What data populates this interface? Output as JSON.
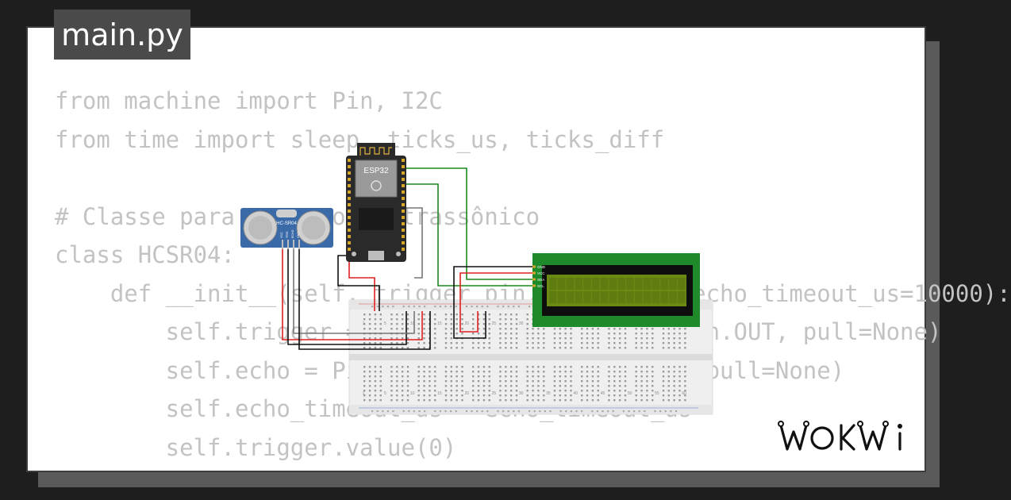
{
  "file_tab": {
    "label": "main.py"
  },
  "code_lines": [
    "from machine import Pin, I2C",
    "from time import sleep, ticks_us, ticks_diff",
    "",
    "# Classe para o sensor ultrassônico",
    "class HCSR04:",
    "    def __init__(self, trigger_pin, echo_pin, echo_timeout_us=10000):",
    "        self.trigger = Pin(trigger_pin, mode=Pin.OUT, pull=None)",
    "        self.echo = Pin(echo_pin, mode=Pin.IN, pull=None)",
    "        self.echo_timeout_us = echo_timeout_us",
    "        self.trigger.value(0)"
  ],
  "components": {
    "esp32_label": "ESP32",
    "sensor_label": "HC-SR04",
    "sensor_pins": [
      "VCC",
      "TRIG",
      "ECHO",
      "GND"
    ],
    "lcd_pins": [
      "GND",
      "VCC",
      "SDA",
      "SCL"
    ],
    "breadboard_numbers": [
      "1",
      "5",
      "10",
      "15",
      "20",
      "25",
      "30",
      "35",
      "40",
      "45",
      "50",
      "55",
      "60"
    ]
  },
  "brand": {
    "logo_text": "WOKWi"
  },
  "colors": {
    "background": "#1e1e1e",
    "card": "#ffffff",
    "tab": "#4a4a4a",
    "code_text": "#c3c3c3",
    "wire_green": "#1a8a1a",
    "wire_red": "#e02020",
    "wire_black": "#111111",
    "lcd_pcb": "#1f8a2a",
    "lcd_screen": "#6b8a14",
    "sensor_pcb": "#3a6aa8"
  }
}
